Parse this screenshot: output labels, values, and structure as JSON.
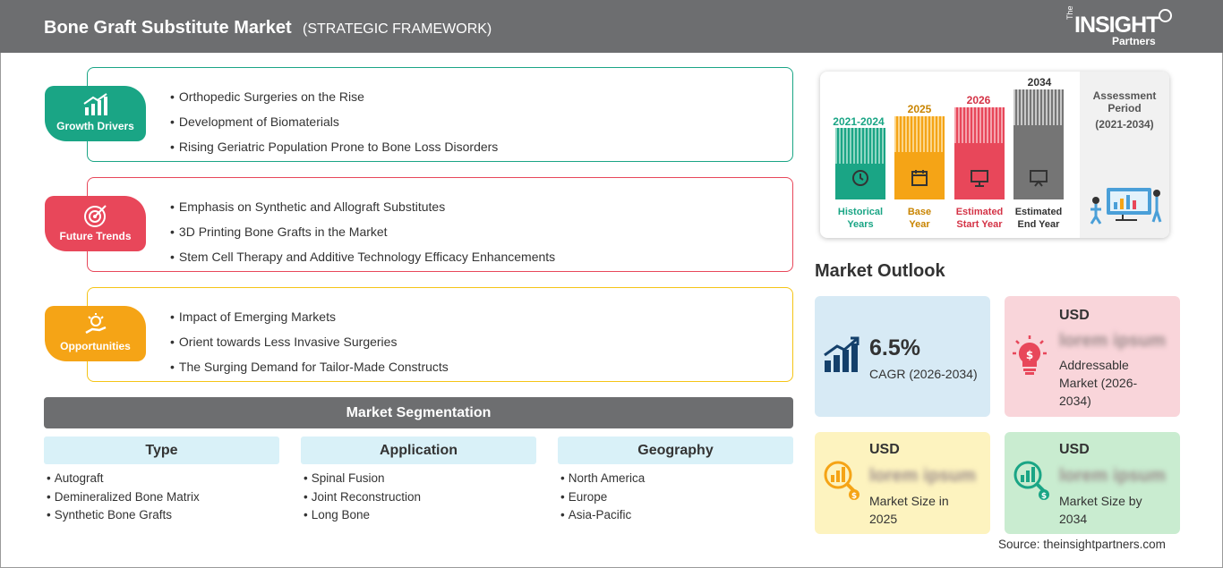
{
  "header": {
    "title": "Bone Graft Substitute Market",
    "subtitle": "(STRATEGIC FRAMEWORK)",
    "logo": {
      "the": "The",
      "insight": "INSIGHT",
      "partners": "Partners"
    }
  },
  "framework": [
    {
      "label": "Growth Drivers",
      "color": "#1aa585",
      "icon": "bar-growth-icon",
      "items": [
        "Orthopedic Surgeries on the Rise",
        "Development of Biomaterials",
        "Rising Geriatric Population Prone to Bone Loss Disorders"
      ]
    },
    {
      "label": "Future Trends",
      "color": "#e8475a",
      "icon": "target-icon",
      "items": [
        "Emphasis on Synthetic and Allograft Substitutes",
        "3D Printing Bone Grafts in the Market",
        "Stem Cell Therapy and Additive Technology Efficacy Enhancements"
      ]
    },
    {
      "label": "Opportunities",
      "color": "#f5a416",
      "icon": "idea-hand-icon",
      "items": [
        "Impact of Emerging Markets",
        "Orient towards Less Invasive Surgeries",
        "The Surging Demand for Tailor-Made Constructs"
      ]
    }
  ],
  "segmentation": {
    "title": "Market Segmentation",
    "columns": [
      {
        "header": "Type",
        "items": [
          "Autograft",
          "Demineralized Bone Matrix",
          "Synthetic Bone Grafts"
        ]
      },
      {
        "header": "Application",
        "items": [
          "Spinal Fusion",
          "Joint Reconstruction",
          "Long Bone"
        ]
      },
      {
        "header": "Geography",
        "items": [
          "North America",
          "Europe",
          "Asia-Pacific"
        ]
      }
    ]
  },
  "timeline": {
    "periods": [
      {
        "year": "2021-2024",
        "label_1": "Historical",
        "label_2": "Years",
        "color": "#1aa585"
      },
      {
        "year": "2025",
        "label_1": "Base",
        "label_2": "Year",
        "color": "#f5a416"
      },
      {
        "year": "2026",
        "label_1": "Estimated",
        "label_2": "Start Year",
        "color": "#e8475a"
      },
      {
        "year": "2034",
        "label_1": "Estimated",
        "label_2": "End Year",
        "color": "#757575"
      }
    ],
    "assessment_title_1": "Assessment",
    "assessment_title_2": "Period",
    "assessment_range": "(2021-2034)"
  },
  "market_outlook": {
    "title": "Market Outlook",
    "cagr": {
      "value": "6.5%",
      "label": "CAGR (2026-2034)",
      "bg": "#d7eaf5"
    },
    "addressable": {
      "currency": "USD",
      "value": "lorem ipsum",
      "label_1": "Addressable",
      "label_2": "Market (2026-",
      "label_3": "2034)",
      "bg": "#f9d5da"
    },
    "size_2025": {
      "currency": "USD",
      "value": "lorem ipsum",
      "label_1": "Market Size in",
      "label_2": "2025",
      "bg": "#fdf3bf"
    },
    "size_2034": {
      "currency": "USD",
      "value": "lorem ipsum",
      "label_1": "Market Size by",
      "label_2": "2034",
      "bg": "#c9ecd0"
    }
  },
  "source": "Source: theinsightpartners.com"
}
